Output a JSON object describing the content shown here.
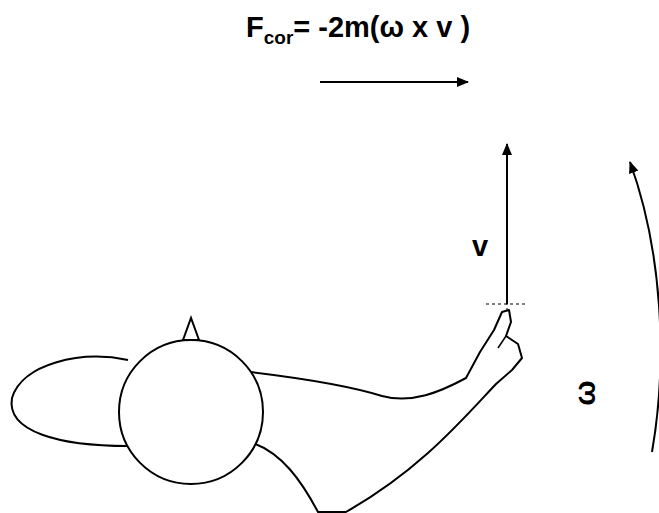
{
  "diagram": {
    "labels": [
      "F",
      "cor",
      "= -2m(ω x v )",
      "v",
      "ω"
    ]
  }
}
